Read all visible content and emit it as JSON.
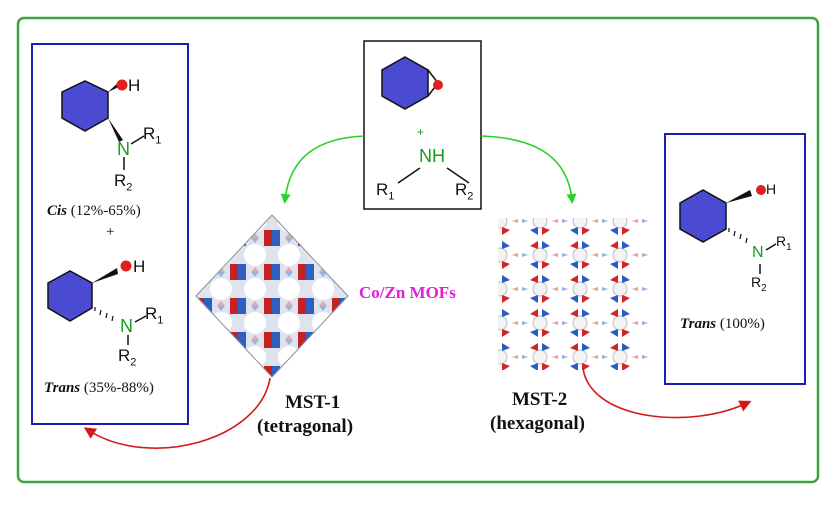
{
  "left_panel": {
    "cis_name": "Cis",
    "cis_range": "(12%-65%)",
    "plus": "+",
    "trans_name": "Trans",
    "trans_range": "(35%-88%)"
  },
  "right_panel": {
    "trans_name": "Trans",
    "trans_range": "(100%)"
  },
  "reagents": {
    "plus": "+",
    "amine_nh": "NH",
    "r1": "R",
    "r1_sub": "1",
    "r2": "R",
    "r2_sub": "2"
  },
  "structure_atoms": {
    "oh": "H",
    "n": "N",
    "r1": "R",
    "r1_sub": "1",
    "r2": "R",
    "r2_sub": "2"
  },
  "catalyst": {
    "label": "Co/Zn MOFs",
    "label_color": "#e01fd6"
  },
  "mst1": {
    "name": "MST-1",
    "lattice": "(tetragonal)"
  },
  "mst2": {
    "name": "MST-2",
    "lattice": "(hexagonal)"
  },
  "colors": {
    "frame": "#3aa63a",
    "panel_border": "#1c1cb4",
    "ring_fill": "#4a4ad2",
    "oxygen": "#e02020",
    "nitrogen": "#1a9a1a",
    "green_arrow": "#2ad12a",
    "red_arrow": "#d21a1a"
  }
}
